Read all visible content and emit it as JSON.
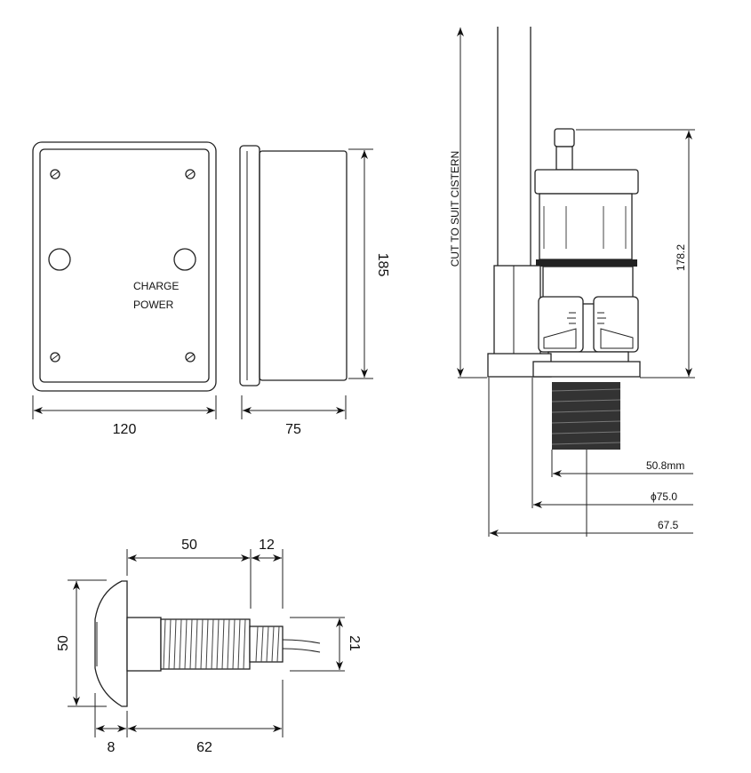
{
  "control_box": {
    "labels": {
      "charge": "CHARGE",
      "power": "POWER"
    },
    "dims": {
      "width": "120",
      "depth": "75",
      "height": "185"
    }
  },
  "valve": {
    "dims": {
      "pipe": "CUT TO SUIT CISTERN",
      "height": "178.2",
      "thread": "50.8mm",
      "flange": "ϕ75.0",
      "offset": "67.5"
    }
  },
  "sensor": {
    "dims": {
      "thread_length": "50",
      "tail_length": "12",
      "head_diameter": "50",
      "thread_diameter": "21",
      "head_depth": "8",
      "total_length": "62"
    }
  }
}
